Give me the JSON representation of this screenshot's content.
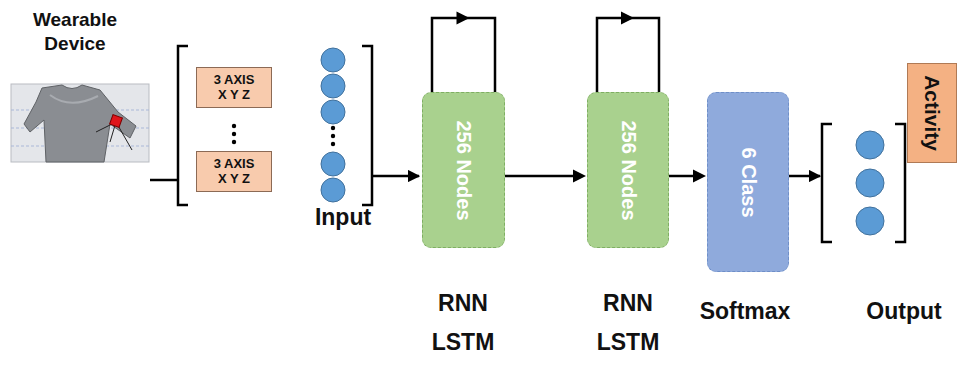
{
  "diagram": {
    "nodes": [
      {
        "text": [
          "3 AXIS",
          "X Y Z"
        ]
      },
      {
        "text": [
          "3 AXIS",
          "X Y Z"
        ]
      },
      {
        "text": [
          "256 Nodes"
        ]
      },
      {
        "text": [
          "256 Nodes"
        ]
      },
      {
        "text": [
          "6 Class"
        ]
      },
      {
        "text": [
          "Activity"
        ]
      }
    ],
    "edges": [
      {
        "from": 2,
        "to": 2,
        "arrow": "to"
      },
      {
        "from": 2,
        "to": 3,
        "arrow": "to"
      },
      {
        "from": 3,
        "to": 3,
        "arrow": "to"
      },
      {
        "from": 3,
        "to": 4,
        "arrow": "to"
      }
    ],
    "labels": [
      "Wearable Device",
      "Input",
      "RNN LSTM",
      "RNN LSTM",
      "Softmax",
      "Output"
    ]
  }
}
